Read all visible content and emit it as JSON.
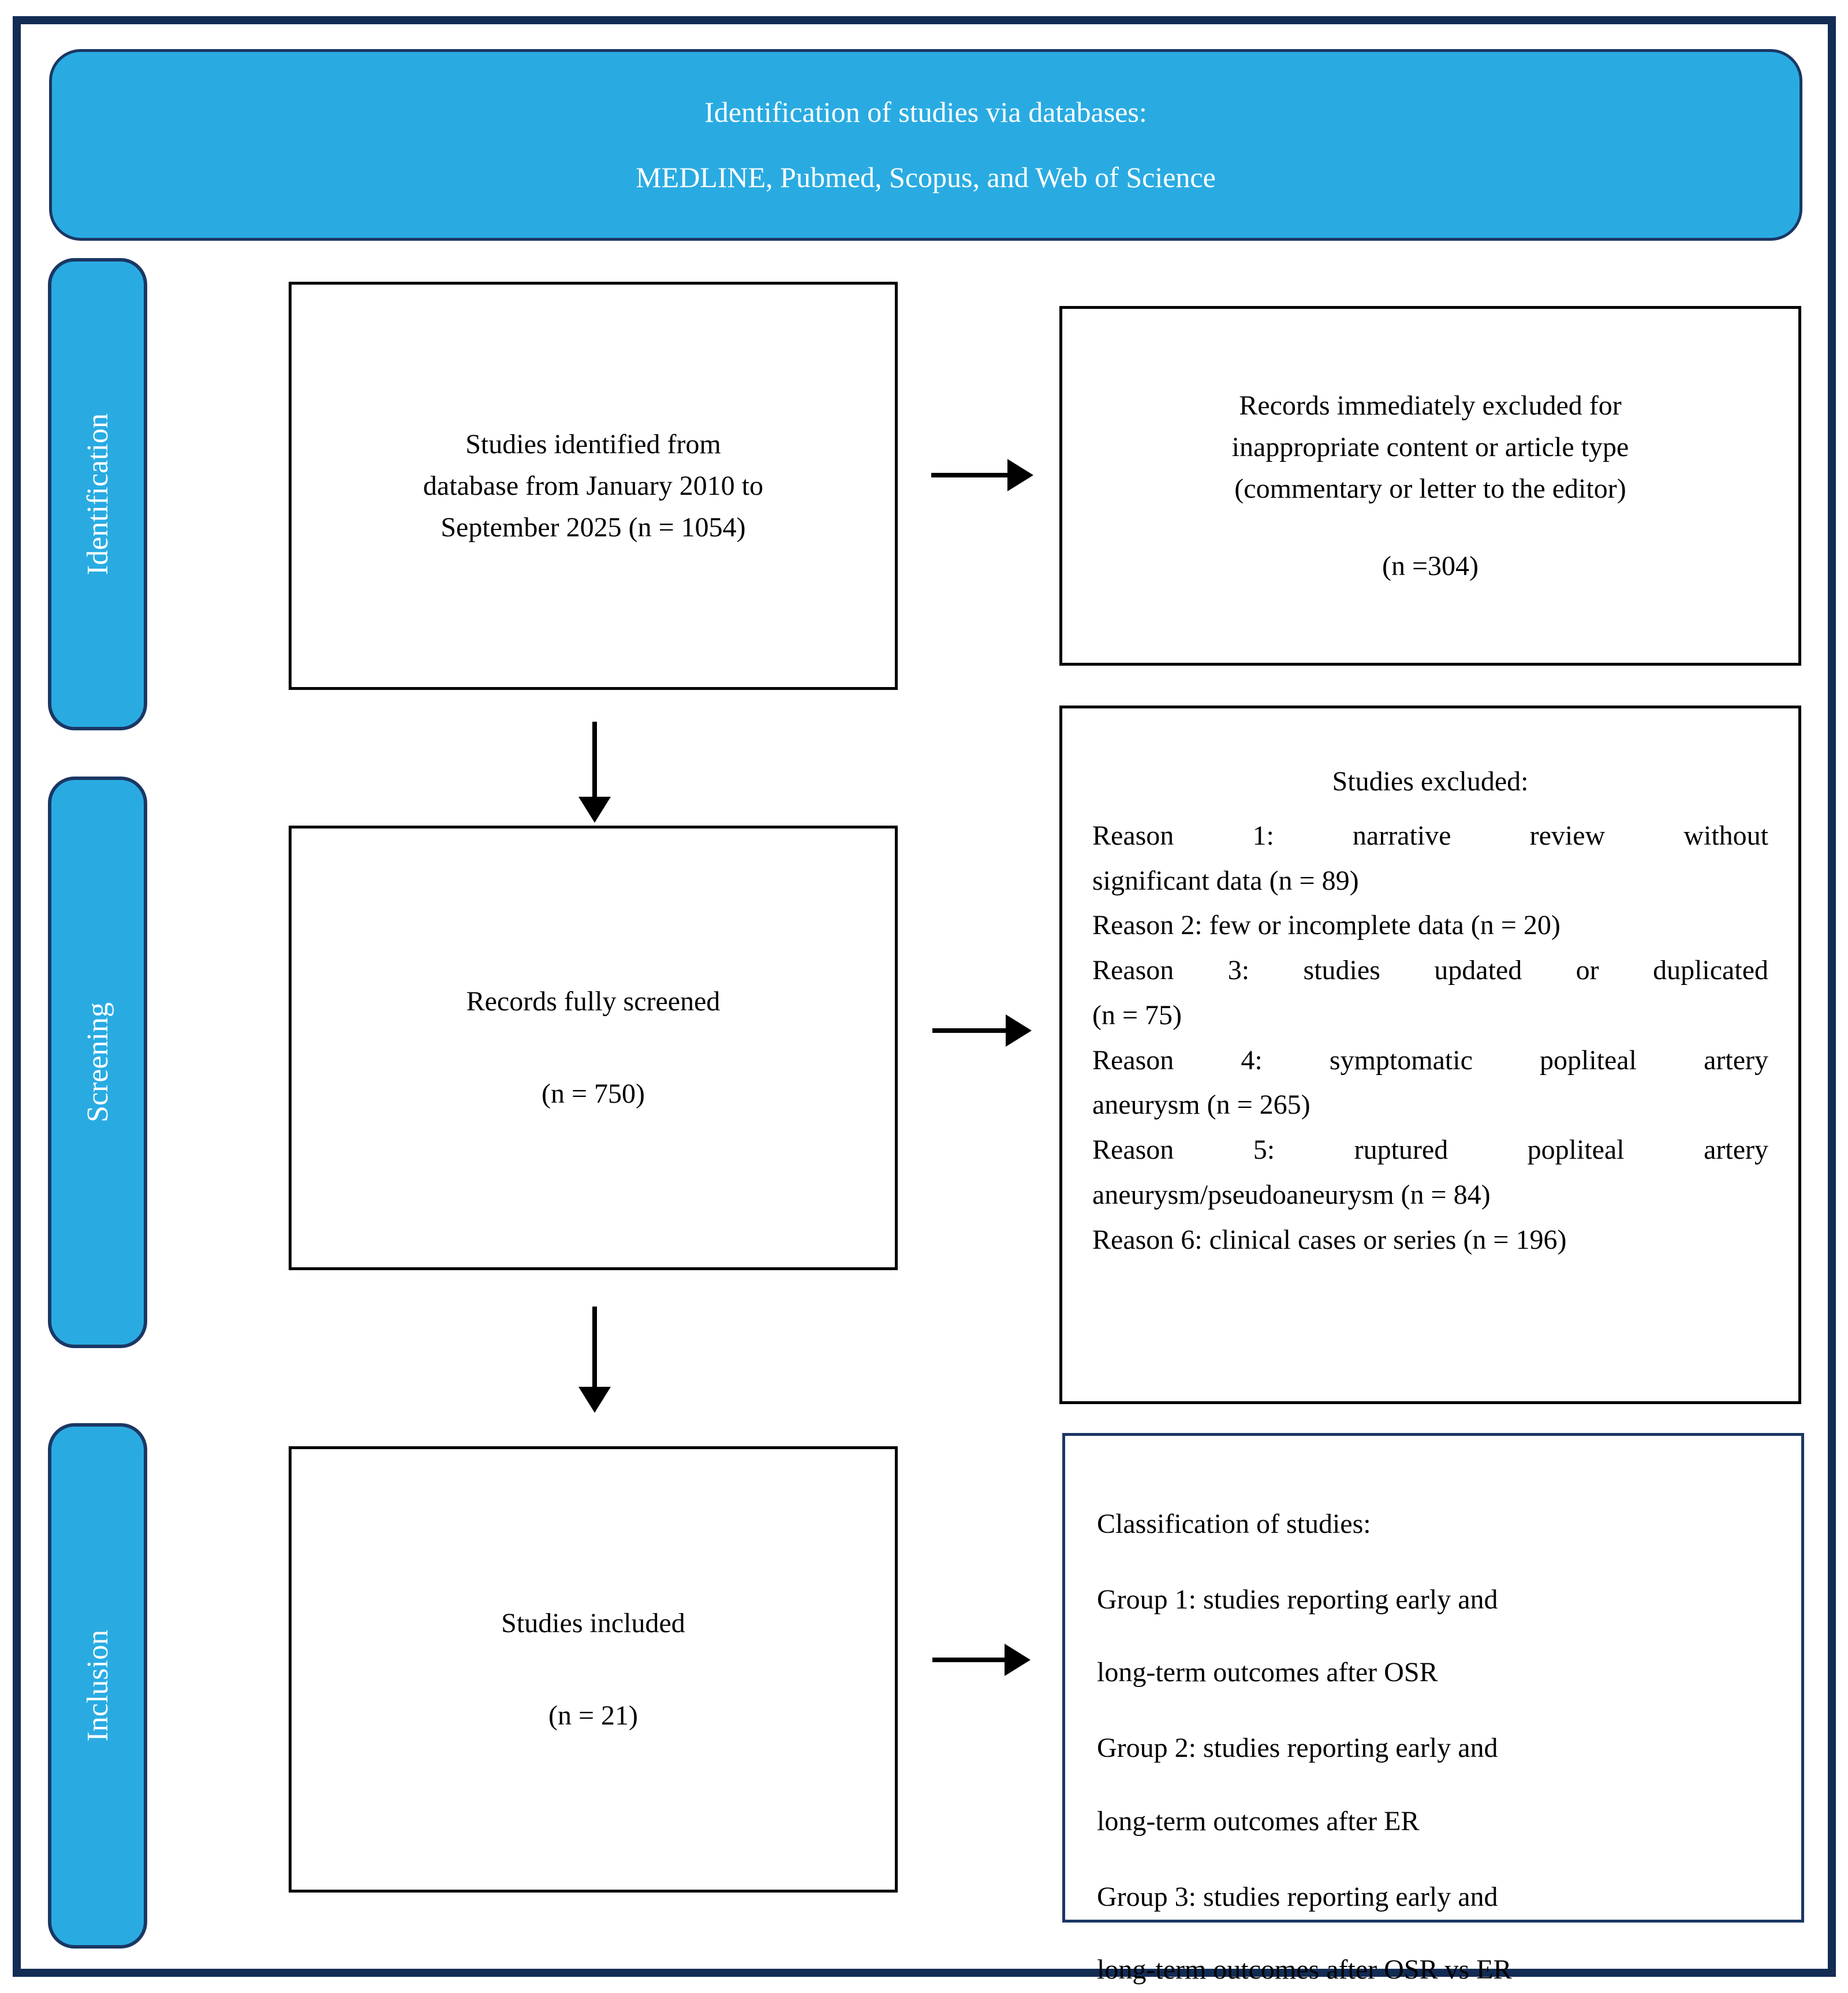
{
  "colors": {
    "cyan": "#29abe2",
    "navy": "#1b3764",
    "frame": "#122c54",
    "ink": "#000000"
  },
  "header": {
    "line1": "Identification of studies via databases:",
    "line2": "MEDLINE, Pubmed, Scopus, and Web of Science"
  },
  "stages": {
    "identification": "Identification",
    "screening": "Screening",
    "inclusion": "Inclusion"
  },
  "boxes": {
    "identified": {
      "lines": [
        "Studies identified from",
        "database from January 2010 to",
        "September 2025 (n = 1054)"
      ]
    },
    "excluded_initial": {
      "lines": [
        "Records immediately excluded for",
        "inappropriate content or article type",
        "(commentary or letter to the editor)"
      ],
      "count": "(n =304)"
    },
    "screened": {
      "label": "Records fully screened",
      "count": "(n = 750)"
    },
    "excluded_reasons": {
      "title": "Studies excluded:",
      "reasons": [
        {
          "lines": [
            "Reason 1: narrative review without",
            "significant data (n = 89)"
          ]
        },
        {
          "lines": [
            "Reason 2: few or incomplete data (n = 20)"
          ]
        },
        {
          "lines": [
            "Reason 3: studies updated or duplicated",
            "(n = 75)"
          ]
        },
        {
          "lines": [
            "Reason 4: symptomatic popliteal artery",
            "aneurysm (n = 265)"
          ]
        },
        {
          "lines": [
            "Reason 5: ruptured popliteal artery",
            "aneurysm/pseudoaneurysm (n = 84)"
          ]
        },
        {
          "lines": [
            "Reason 6: clinical cases or series (n = 196)"
          ]
        }
      ]
    },
    "included": {
      "label": "Studies included",
      "count": "(n = 21)"
    },
    "classification": {
      "title": "Classification of studies:",
      "groups": [
        {
          "lines": [
            "Group 1: studies reporting early and",
            "long-term outcomes after OSR"
          ]
        },
        {
          "lines": [
            "Group 2: studies reporting early and",
            "long-term outcomes after ER"
          ]
        },
        {
          "lines": [
            "Group 3: studies reporting early and",
            "long-term outcomes after OSR vs ER"
          ]
        }
      ]
    }
  }
}
